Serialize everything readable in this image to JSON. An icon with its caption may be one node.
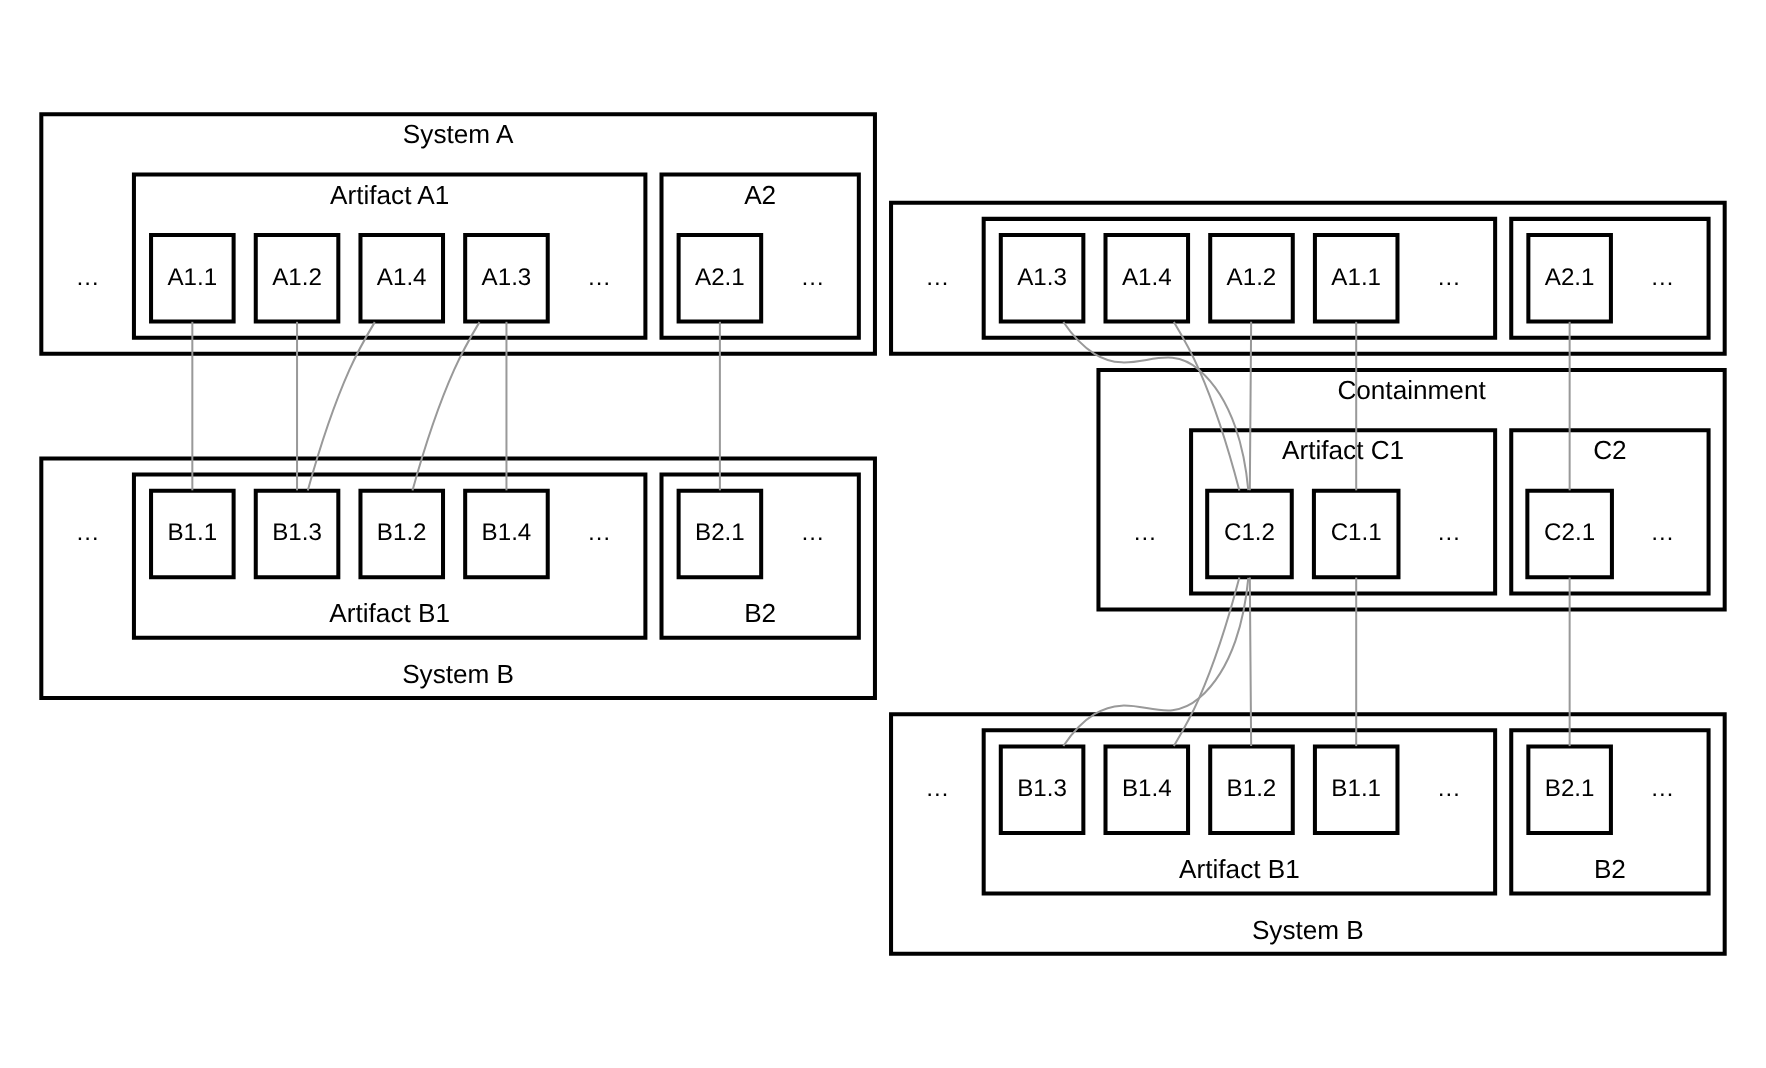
{
  "diagram": {
    "nodes": [
      {
        "text": [
          "System A"
        ]
      },
      {
        "text": [
          "Artifact A1"
        ],
        "in": 0
      },
      {
        "text": [
          "A1.1"
        ],
        "in": 1
      },
      {
        "text": [
          "A1.2"
        ],
        "in": 1
      },
      {
        "text": [
          "A1.3"
        ],
        "in": 1
      },
      {
        "text": [
          "A1.4"
        ],
        "in": 1
      },
      {
        "text": [
          "…"
        ],
        "in": 1
      },
      {
        "text": [
          "A2"
        ],
        "in": 0
      },
      {
        "text": [
          "A2.1"
        ],
        "in": 7
      },
      {
        "text": [
          "…"
        ],
        "in": 7
      },
      {
        "text": [
          "…"
        ],
        "in": 0
      },
      {
        "text": [
          "System B"
        ]
      },
      {
        "text": [
          "Artifact B1"
        ],
        "in": 11
      },
      {
        "text": [
          "B1.1"
        ],
        "in": 12
      },
      {
        "text": [
          "B1.2"
        ],
        "in": 12
      },
      {
        "text": [
          "B1.3"
        ],
        "in": 12
      },
      {
        "text": [
          "B1.4"
        ],
        "in": 12
      },
      {
        "text": [
          "…"
        ],
        "in": 12
      },
      {
        "text": [
          "B2"
        ],
        "in": 11
      },
      {
        "text": [
          "B2.1"
        ],
        "in": 18
      },
      {
        "text": [
          "…"
        ],
        "in": 18
      },
      {
        "text": [
          "…"
        ],
        "in": 11
      },
      {
        "text": [],
        "shape": "box"
      },
      {
        "text": [],
        "shape": "box",
        "in": 22
      },
      {
        "text": [
          "A1.1"
        ],
        "in": 23
      },
      {
        "text": [
          "A1.2"
        ],
        "in": 23
      },
      {
        "text": [
          "A1.3"
        ],
        "in": 23
      },
      {
        "text": [
          "A1.4"
        ],
        "in": 23
      },
      {
        "text": [
          "…"
        ],
        "in": 23
      },
      {
        "text": [],
        "shape": "box",
        "in": 22
      },
      {
        "text": [
          "A2.1"
        ],
        "in": 29
      },
      {
        "text": [
          "…"
        ],
        "in": 29
      },
      {
        "text": [
          "…"
        ],
        "in": 22
      },
      {
        "text": [
          "Containment"
        ]
      },
      {
        "text": [
          "Artifact C1"
        ],
        "in": 33
      },
      {
        "text": [
          "C1.1"
        ],
        "in": 34
      },
      {
        "text": [
          "C1.2"
        ],
        "in": 34
      },
      {
        "text": [
          "…"
        ],
        "in": 34
      },
      {
        "text": [
          "C2"
        ],
        "in": 33
      },
      {
        "text": [
          "C2.1"
        ],
        "in": 38
      },
      {
        "text": [
          "…"
        ],
        "in": 38
      },
      {
        "text": [
          "…"
        ],
        "in": 33
      },
      {
        "text": [
          "System B"
        ]
      },
      {
        "text": [
          "Artifact B1"
        ],
        "in": 42
      },
      {
        "text": [
          "B1.1"
        ],
        "in": 43
      },
      {
        "text": [
          "B1.2"
        ],
        "in": 43
      },
      {
        "text": [
          "B1.3"
        ],
        "in": 43
      },
      {
        "text": [
          "B1.4"
        ],
        "in": 43
      },
      {
        "text": [
          "…"
        ],
        "in": 43
      },
      {
        "text": [
          "B2"
        ],
        "in": 42
      },
      {
        "text": [
          "B2.1"
        ],
        "in": 49
      },
      {
        "text": [
          "…"
        ],
        "in": 49
      },
      {
        "text": [
          "…"
        ],
        "in": 42
      }
    ],
    "edges": [
      {
        "from": 2,
        "to": 13,
        "arrow": "none"
      },
      {
        "from": 3,
        "to": 15,
        "arrow": "none"
      },
      {
        "from": 4,
        "to": 14,
        "arrow": "none"
      },
      {
        "from": 4,
        "to": 16,
        "arrow": "none"
      },
      {
        "from": 5,
        "to": 15,
        "arrow": "none"
      },
      {
        "from": 8,
        "to": 19,
        "arrow": "none"
      },
      {
        "from": 24,
        "to": 35,
        "arrow": "none"
      },
      {
        "from": 25,
        "to": 36,
        "arrow": "none"
      },
      {
        "from": 26,
        "to": 36,
        "arrow": "none"
      },
      {
        "from": 27,
        "to": 36,
        "arrow": "none"
      },
      {
        "from": 30,
        "to": 39,
        "arrow": "none"
      },
      {
        "from": 35,
        "to": 44,
        "arrow": "none"
      },
      {
        "from": 36,
        "to": 45,
        "arrow": "none"
      },
      {
        "from": 36,
        "to": 46,
        "arrow": "none"
      },
      {
        "from": 36,
        "to": 47,
        "arrow": "none"
      },
      {
        "from": 39,
        "to": 50,
        "arrow": "none"
      }
    ]
  }
}
